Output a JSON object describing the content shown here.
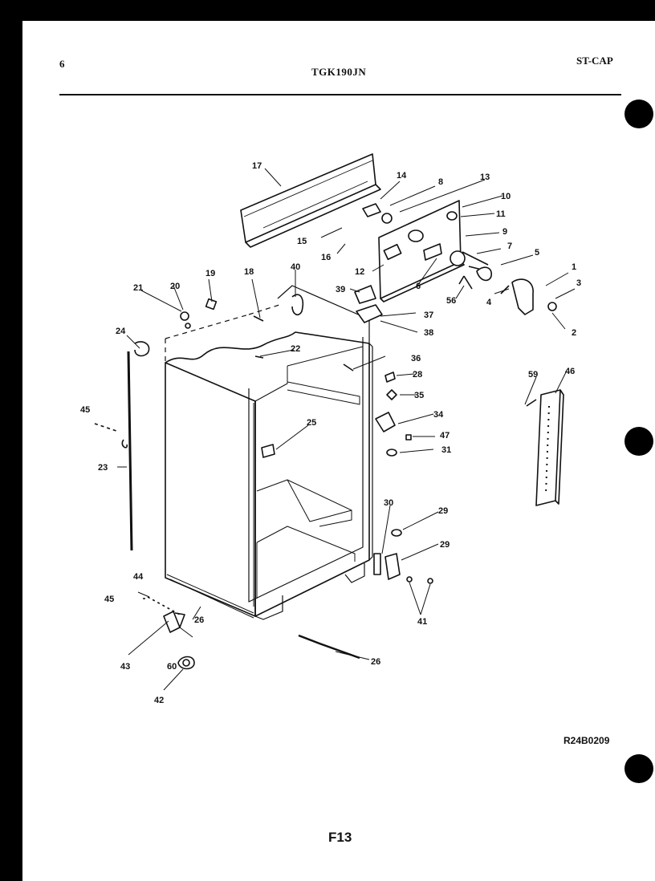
{
  "header": {
    "page_number": "6",
    "model": "TGK190JN",
    "section_code": "ST-CAP"
  },
  "footer": {
    "drawing_id": "R24B0209",
    "figure_label": "F13"
  },
  "part_labels": [
    "1",
    "2",
    "3",
    "4",
    "5",
    "56",
    "7",
    "8",
    "9",
    "10",
    "11",
    "6",
    "12",
    "13",
    "14",
    "15",
    "16",
    "17",
    "18",
    "19",
    "20",
    "21",
    "22",
    "23",
    "24",
    "25",
    "26",
    "26",
    "28",
    "29",
    "29",
    "30",
    "31",
    "34",
    "35",
    "36",
    "37",
    "38",
    "39",
    "40",
    "41",
    "42",
    "43",
    "44",
    "45",
    "45",
    "46",
    "47",
    "59",
    "60"
  ]
}
